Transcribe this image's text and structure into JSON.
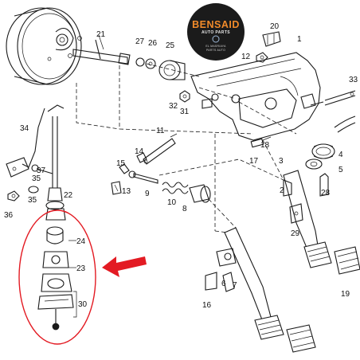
{
  "logo": {
    "brand": "BENSAID",
    "subtitle": "AUTO PARTS",
    "line1": "EL MASRIAYA",
    "line2": "PARTS AUTO",
    "tagline": "",
    "colors": {
      "background": "#1b1b1b",
      "brand": "#f08a2a"
    }
  },
  "highlight": {
    "color": "#e31b23",
    "arrow_icon": "arrow-left-icon"
  },
  "parts": {
    "p1": "1",
    "p2": "2",
    "p3": "3",
    "p4": "4",
    "p5": "5",
    "p6": "6",
    "p7": "7",
    "p8": "8",
    "p9": "9",
    "p10": "10",
    "p11": "11",
    "p12": "12",
    "p13": "13",
    "p14": "14",
    "p15": "15",
    "p16": "16",
    "p17": "17",
    "p18": "18",
    "p19": "19",
    "p20": "20",
    "p21": "21",
    "p22": "22",
    "p23": "23",
    "p24": "24",
    "p25": "25",
    "p26": "26",
    "p27": "27",
    "p28": "28",
    "p29": "29",
    "p30": "30",
    "p31": "31",
    "p32": "32",
    "p33": "33",
    "p34": "34",
    "p35": "35",
    "p36": "36",
    "p37": "37"
  }
}
